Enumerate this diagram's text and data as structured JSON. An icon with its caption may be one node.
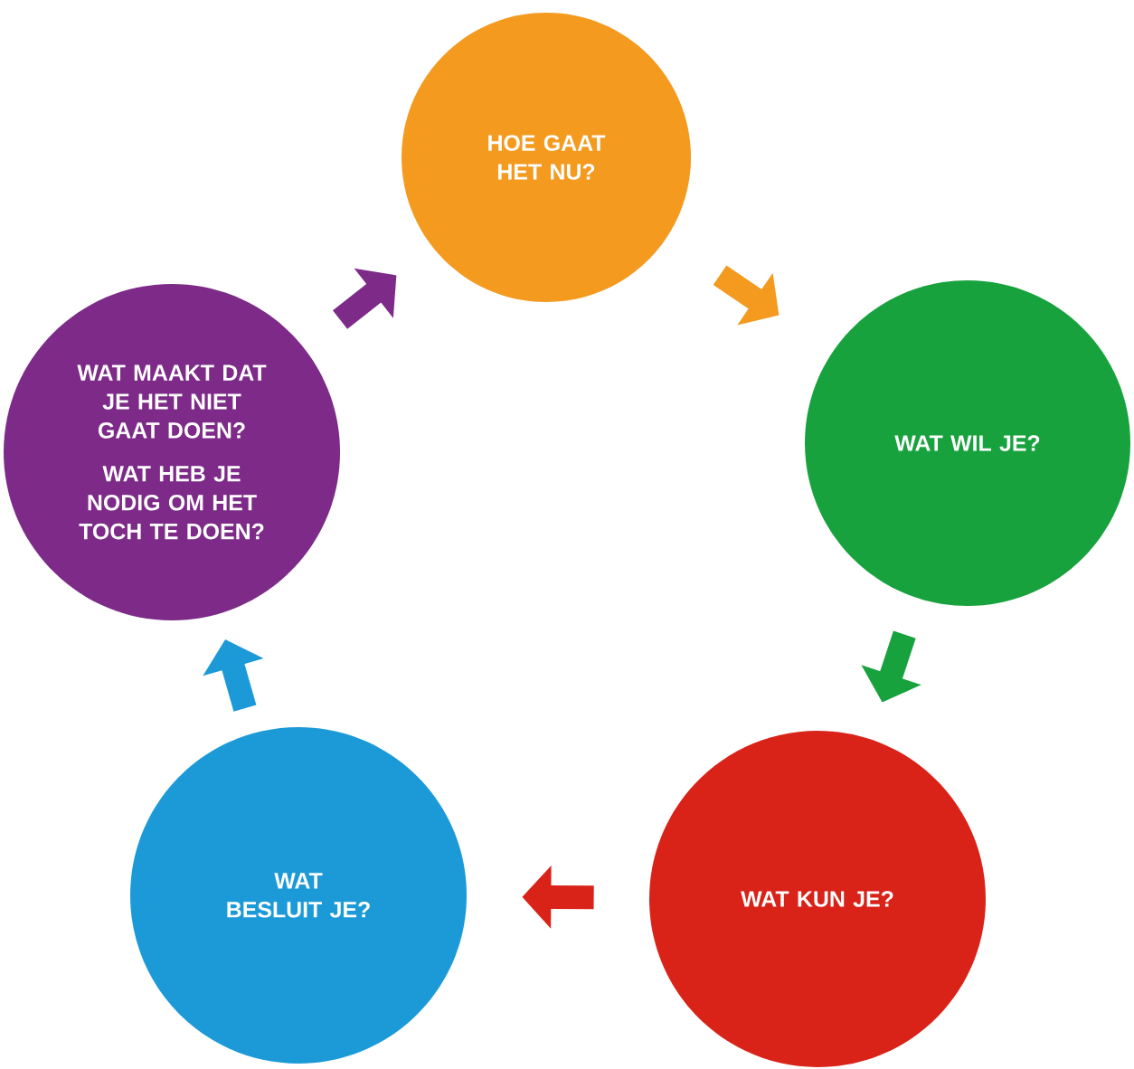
{
  "diagram": {
    "nodes": [
      {
        "text": [
          "HOE GAAT HET NU?"
        ]
      },
      {
        "text": [
          "WAT WIL JE?"
        ]
      },
      {
        "text": [
          "WAT KUN JE?"
        ]
      },
      {
        "text": [
          "WAT BESLUIT JE?"
        ]
      },
      {
        "text": [
          "WAT MAAKT DAT JE HET NIET GAAT DOEN?",
          "WAT HEB JE NODIG OM HET TOCH TE DOEN?"
        ]
      }
    ],
    "edges": [
      {
        "from": 0,
        "to": 1,
        "arrow": "to",
        "color": "#f39a1f"
      },
      {
        "from": 1,
        "to": 2,
        "arrow": "to",
        "color": "#18a23d"
      },
      {
        "from": 2,
        "to": 3,
        "arrow": "to",
        "color": "#d92319"
      },
      {
        "from": 3,
        "to": 4,
        "arrow": "to",
        "color": "#1c9ad8"
      },
      {
        "from": 4,
        "to": 0,
        "arrow": "to",
        "color": "#7d2a88"
      }
    ]
  }
}
